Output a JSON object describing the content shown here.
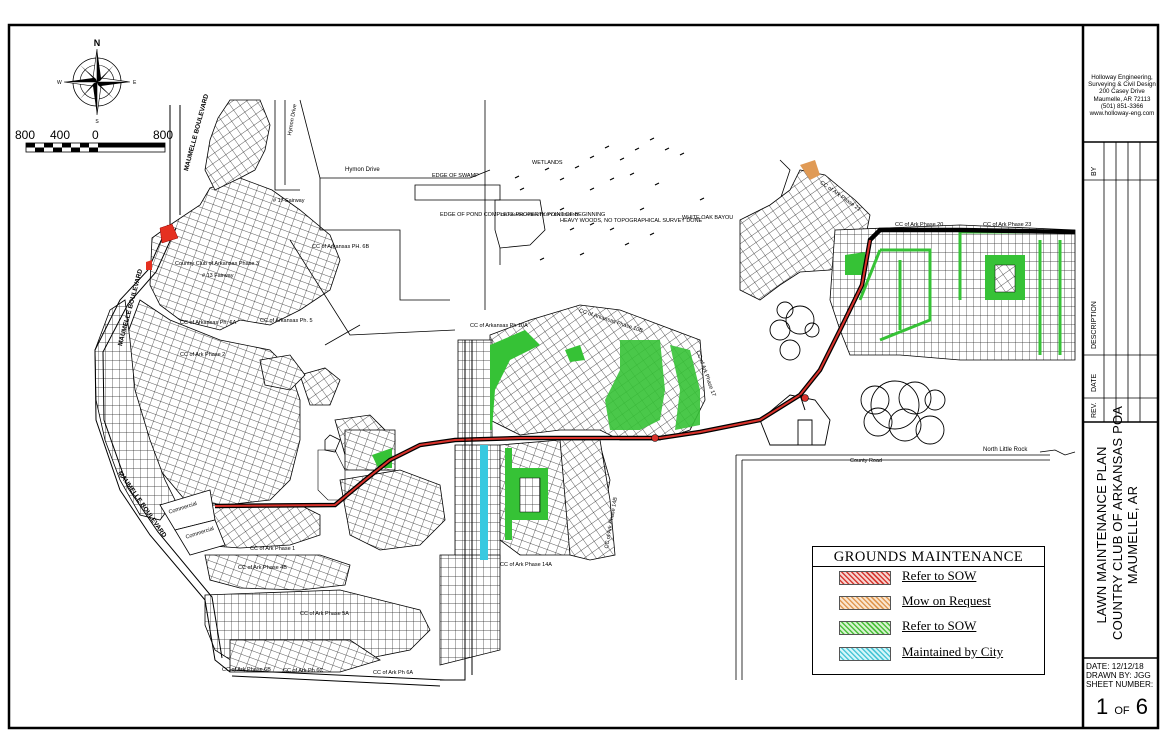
{
  "compass": {
    "n": "N",
    "s": "S",
    "e": "E",
    "w": "W"
  },
  "scale_bar": {
    "labels": [
      "800",
      "400",
      "0",
      "800"
    ]
  },
  "title_block": {
    "company_lines": [
      "Holloway Engineering,",
      "Surveying & Civil Design",
      "200 Casey Drive",
      "Maumelle, AR 72113",
      "(501)   851-3366",
      "www.holloway-eng.com"
    ],
    "by_label": "BY",
    "description_label": "DESCRIPTION",
    "date_label": "DATE",
    "rev_label": "REV.",
    "project_lines": [
      "LAWN MAINTENANCE PLAN",
      "COUNTRY CLUB OF ARKANSAS POA",
      "MAUMELLE, AR"
    ],
    "date_text": "DATE:  12/12/18",
    "drawn_by": "DRAWN  BY:  JGG",
    "sheet_number_label": "SHEET NUMBER:",
    "sheet_no": "1",
    "of_text": "OF",
    "sheet_total": "6"
  },
  "legend": {
    "title": "GROUNDS MAINTENANCE",
    "items": [
      {
        "label": "Refer to SOW",
        "color": "#e0574f"
      },
      {
        "label": "Mow on Request",
        "color": "#e8b070"
      },
      {
        "label": "Refer to SOW",
        "color": "#5fc84e"
      },
      {
        "label": "Maintained by City",
        "color": "#6fd4e0"
      }
    ]
  },
  "map_labels": {
    "maumelle_blvd_1": "MAUMELLE BOULEVARD",
    "maumelle_blvd_2": "MAUMELLE BOULEVARD",
    "maumelle_blvd_3": "MAUMELLE BOULEVARD",
    "hymon_drive": "Hymon Drive",
    "hymon_drive_2": "Hymon Drive",
    "wetlands": "WETLANDS",
    "edge_of_swamp": "EDGE OF SWAMP",
    "white_oak_bayou": "WHITE OAK BAYOU",
    "heavy_woods": "HEAVY WOODS, NO TOPOGRAPHICAL SURVEY DONE",
    "edge_of_pond": "EDGE OF POND COMPLETE PROPERTY POINT OF BEGINNING",
    "drainage": "DRAINAGE AND UTILITY EASEMENT",
    "fairway17": "# 17 Fairway",
    "fairway13": "# 13 Fairway",
    "cc_ph3": "Country Club of Arkansas Phase 3",
    "cc_ph6b": "CC of Arkansas PH. 6B",
    "cc_ph6a": "CC of Arkansas Ph. 6A",
    "cc_ph5": "CC of Arkansas Ph. 5",
    "cc_ph2": "CC of Ark Phase 2",
    "cc_ph1": "CC of Ark Phase 1",
    "cc_ph4b": "CC of Ark Phase 4B",
    "cc_ph5a": "CC of Ark Phase 5A",
    "cc_ph6b2": "CC of Ark Phase 6B",
    "cc_ph6c": "CC of Ark Ph 6C",
    "cc_ph6a2": "CC of Ark Ph 6A",
    "cc_ph10a": "CC of Arkansas Ph 10A",
    "cc_ph10b": "CC of Arkansas Phase 10B",
    "cc_ph14a": "CC of Ark Phase 14A",
    "cc_ph14b": "CC of Ark Phase 14B",
    "cc_ph17": "CC of Ark Phase 17",
    "cc_ph20": "CC of Ark Phase 20",
    "cc_ph23": "CC of Ark Phase 23",
    "cc_ph21": "CC of Ark Phase 21",
    "north_little_rock": "North Little Rock",
    "county_road": "County Road",
    "commercial": "Commercial",
    "commercial2": "Commercial"
  }
}
